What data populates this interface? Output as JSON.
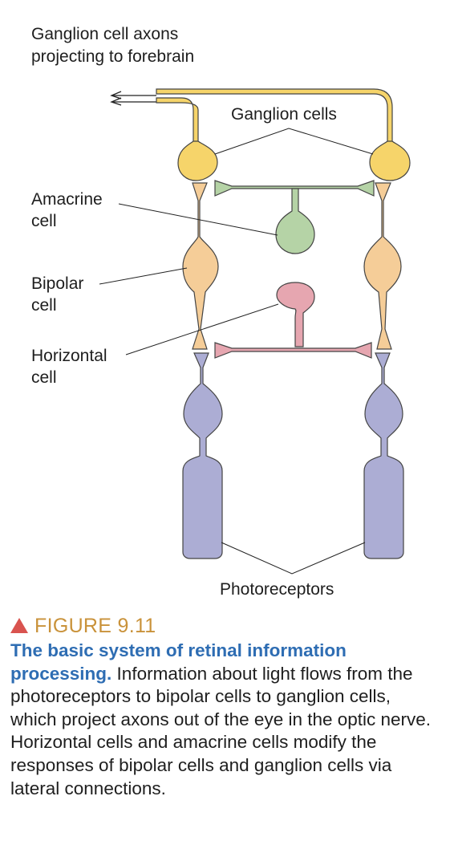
{
  "labels": {
    "axons": [
      "Ganglion cell axons",
      "projecting to forebrain"
    ],
    "ganglion": "Ganglion cells",
    "amacrine": [
      "Amacrine",
      "cell"
    ],
    "bipolar": [
      "Bipolar",
      "cell"
    ],
    "horizontal": [
      "Horizontal",
      "cell"
    ],
    "photoreceptors": "Photoreceptors"
  },
  "figure": {
    "number": "FIGURE 9.11",
    "title": "The basic system of retinal information processing.",
    "text": " Information about light flows from the photoreceptors to bipolar cells to ganglion cells, which project axons out of the eye in the optic nerve. Horizontal cells and amacrine cells modify the responses of bipolar cells and ganglion cells via lateral connections."
  },
  "colors": {
    "ganglion": "#f6d46a",
    "amacrine": "#b5d3a6",
    "bipolar": "#f5cd98",
    "horizontal": "#e6a6b0",
    "photoreceptor": "#acadd4",
    "heading": "#c9923a",
    "caption_title": "#2e6db3",
    "triangle": "#d9534f"
  }
}
